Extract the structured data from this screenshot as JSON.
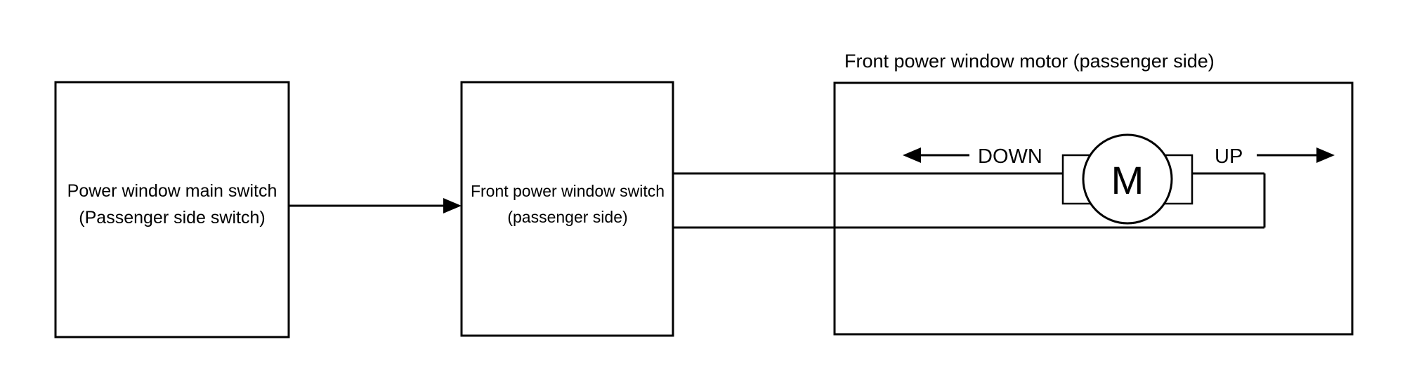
{
  "diagram": {
    "type": "block-diagram",
    "title": "Front power window motor (passenger side)",
    "background_color": "#ffffff",
    "line_color": "#000000",
    "blocks": [
      {
        "id": "power-window-main-switch",
        "line1": "Power window main switch",
        "line2": "(Passenger side switch)"
      },
      {
        "id": "front-power-window-switch",
        "line1": "Front power window switch",
        "line2": "(passenger side)"
      },
      {
        "id": "front-power-window-motor",
        "title": "Front power window motor (passenger side)"
      }
    ],
    "motor": {
      "symbol": "M",
      "direction_left": "DOWN",
      "direction_right": "UP"
    },
    "connections": [
      {
        "id": "main-switch-to-front-switch",
        "from": "power-window-main-switch",
        "to": "front-power-window-switch",
        "style": "single-arrow-right"
      },
      {
        "id": "front-switch-to-motor-upper",
        "from": "front-power-window-switch",
        "to": "motor-left-terminal",
        "style": "plain-wire"
      },
      {
        "id": "front-switch-to-motor-lower",
        "from": "front-power-window-switch",
        "to": "motor-right-terminal",
        "style": "plain-wire-loop"
      }
    ]
  }
}
